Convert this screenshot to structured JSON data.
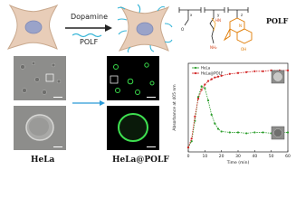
{
  "reagents": {
    "dopamine": "Dopamine",
    "polf": "POLF"
  },
  "polymer_label": "POLF",
  "polymer_struct": {
    "x": "x",
    "y": "y",
    "z": "z",
    "nh2": "NH₂",
    "oh": "OH",
    "o": "O",
    "hn": "HN",
    "n": "N"
  },
  "captions": {
    "left": "HeLa",
    "right": "HeLa@POLF"
  },
  "chart_data": {
    "type": "line",
    "xlabel": "Time (min)",
    "ylabel": "Absorbance at 405 nm",
    "xlim": [
      0,
      60
    ],
    "ylim": [
      0,
      1.0
    ],
    "x_ticks": [
      "0",
      "10",
      "20",
      "30",
      "40",
      "50",
      "60"
    ],
    "series": [
      {
        "name": "HeLa",
        "color": "#2a9d2a",
        "x": [
          0,
          2,
          4,
          6,
          8,
          10,
          12,
          14,
          16,
          18,
          20,
          25,
          30,
          35,
          40,
          45,
          50,
          55,
          60
        ],
        "values": [
          0.05,
          0.12,
          0.35,
          0.62,
          0.74,
          0.72,
          0.58,
          0.42,
          0.32,
          0.26,
          0.23,
          0.22,
          0.22,
          0.21,
          0.22,
          0.22,
          0.21,
          0.22,
          0.22
        ]
      },
      {
        "name": "HeLa@POLF",
        "color": "#d11f1f",
        "x": [
          0,
          2,
          4,
          6,
          8,
          10,
          12,
          14,
          16,
          18,
          20,
          25,
          30,
          35,
          40,
          45,
          50,
          55,
          60
        ],
        "values": [
          0.05,
          0.15,
          0.4,
          0.6,
          0.7,
          0.76,
          0.8,
          0.82,
          0.84,
          0.85,
          0.86,
          0.88,
          0.89,
          0.9,
          0.91,
          0.91,
          0.92,
          0.92,
          0.92
        ]
      }
    ]
  }
}
